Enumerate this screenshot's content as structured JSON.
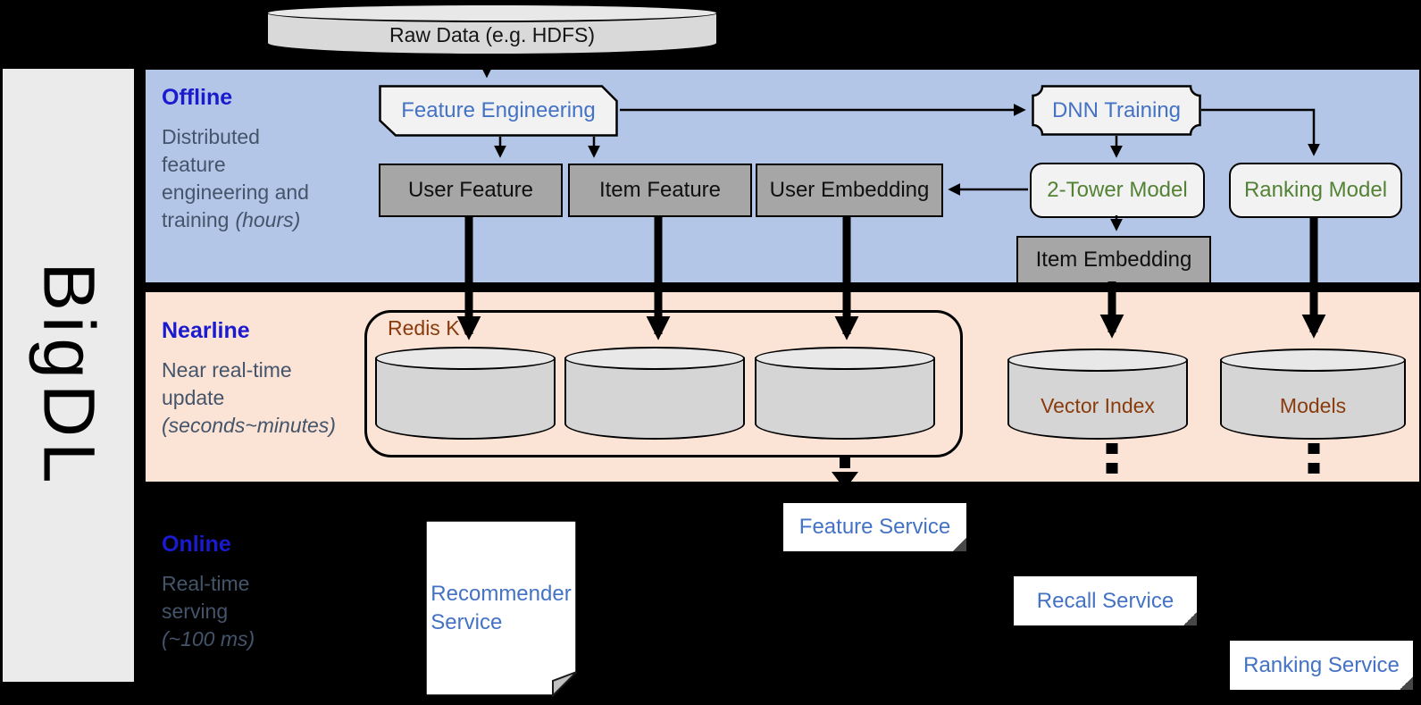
{
  "sidebar": {
    "label": "BigDL"
  },
  "source": {
    "label": "Raw Data (e.g. HDFS)"
  },
  "bands": {
    "offline": {
      "title": "Offline",
      "subtitle": "Distributed\nfeature\nengineering and\ntraining",
      "subtitle_italic": "(hours)"
    },
    "nearline": {
      "title": "Nearline",
      "subtitle": "Near real-time\nupdate",
      "subtitle_italic": "(seconds~minutes)"
    },
    "online": {
      "title": "Online",
      "subtitle": "Real-time\nserving",
      "subtitle_italic": "(~100 ms)"
    }
  },
  "offline_nodes": {
    "feature_engineering": "Feature Engineering",
    "dnn_training": "DNN Training",
    "user_feature": "User Feature",
    "item_feature": "Item Feature",
    "user_embedding": "User Embedding",
    "two_tower_model": "2-Tower Model",
    "ranking_model": "Ranking Model",
    "item_embedding": "Item Embedding"
  },
  "nearline_nodes": {
    "redis_kv": "Redis KV",
    "vector_index": "Vector Index",
    "models": "Models"
  },
  "online_nodes": {
    "recommender_service": "Recommender\nService",
    "feature_service": "Feature Service",
    "recall_service": "Recall Service",
    "ranking_service": "Ranking Service"
  },
  "colors": {
    "band_offline": "#b3c6e7",
    "band_nearline": "#fbe3d5",
    "sidebar_bg": "#ebebeb",
    "node_dark": "#a6a6a6",
    "node_light": "#f2f2f2",
    "cylinder_body": "#d5d5d5",
    "cylinder_top": "#e8e8e8",
    "service_bg": "#ffffff",
    "title_blue": "#1a1ace",
    "subtitle_gray": "#44546a",
    "text_blue": "#4472c4",
    "text_green": "#548235",
    "text_brown": "#8a3b0c"
  }
}
